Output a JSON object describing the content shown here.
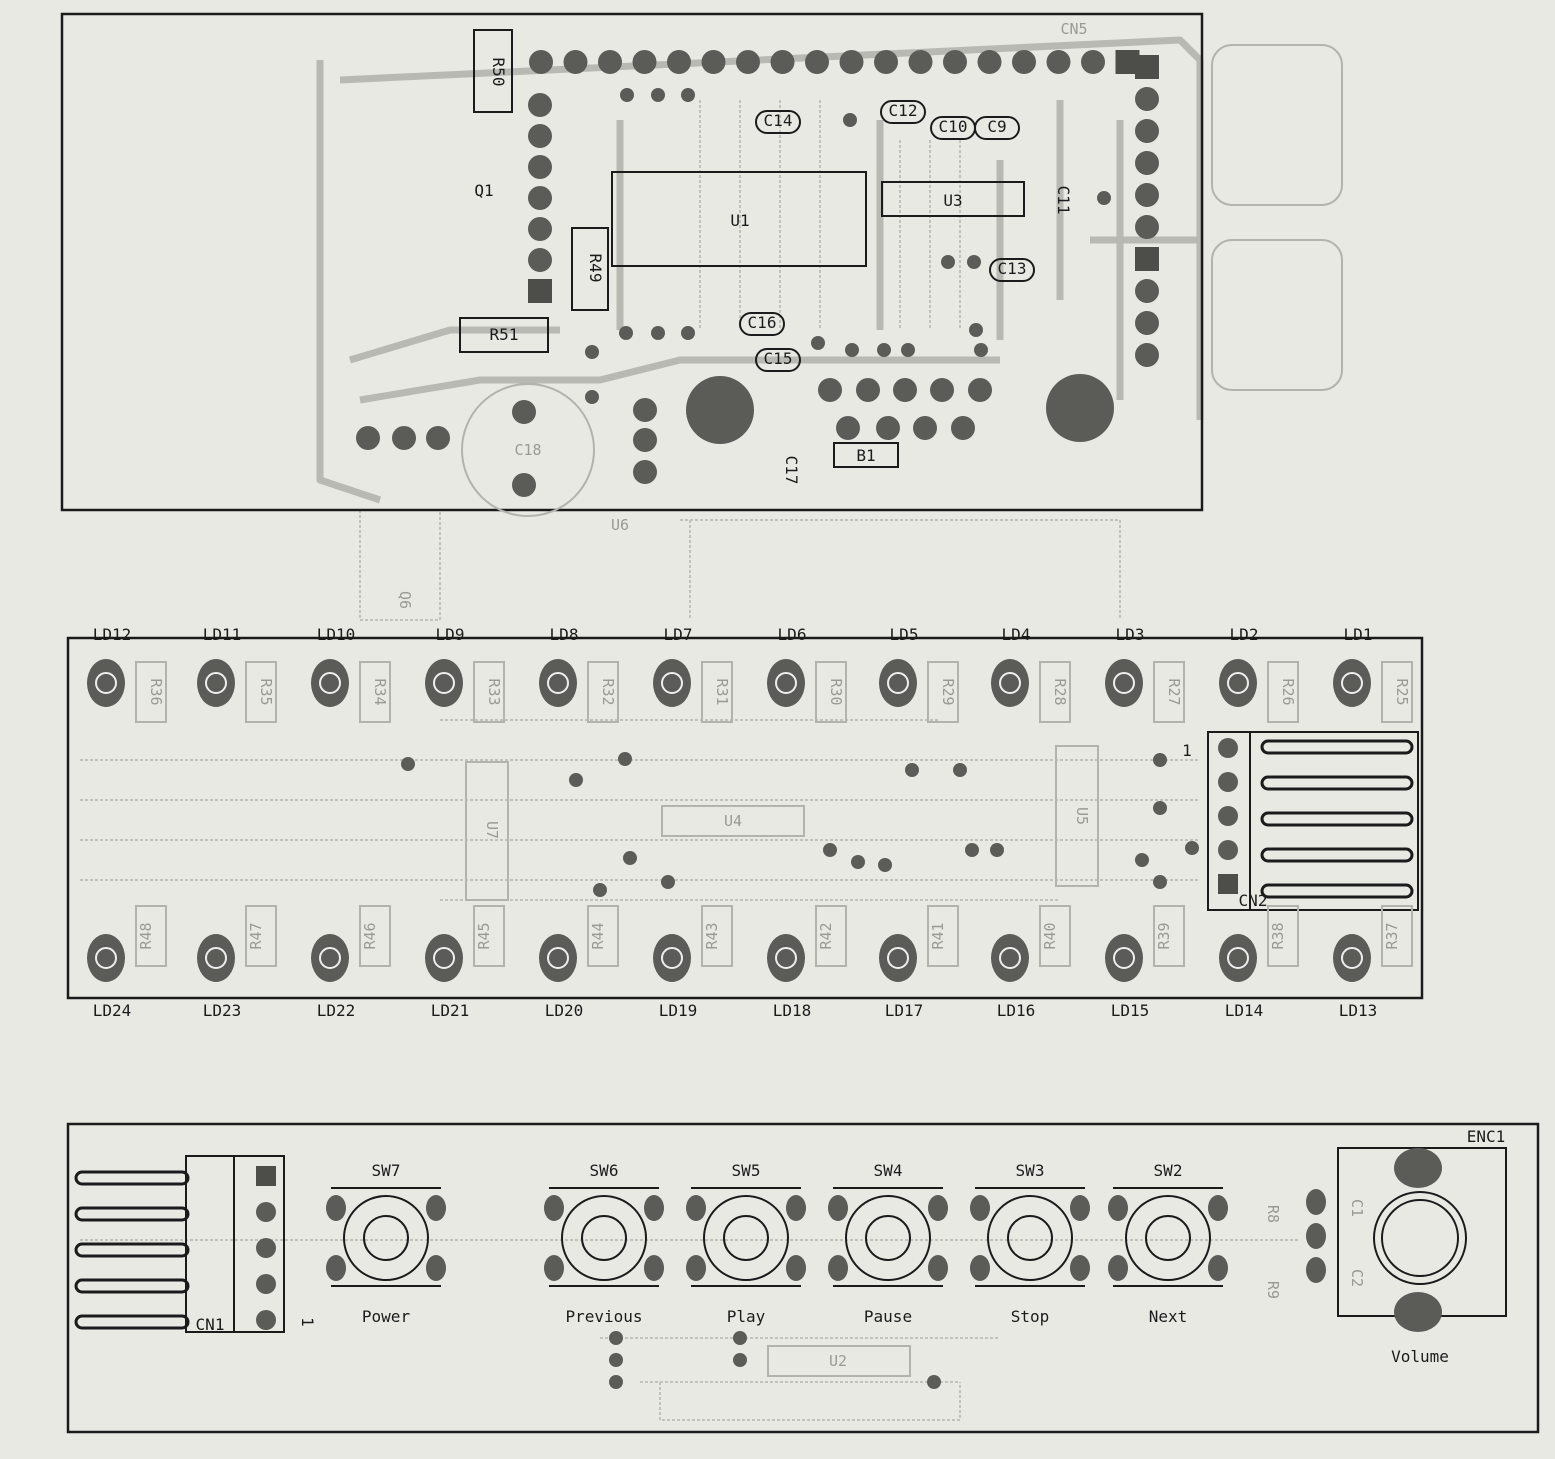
{
  "main_board": {
    "components": [
      "R50",
      "Q1",
      "R49",
      "R51",
      "U1",
      "C14",
      "C12",
      "C10",
      "C9",
      "U3",
      "C11",
      "C13",
      "C16",
      "C15",
      "C17",
      "B1"
    ],
    "ghost_labels": [
      "C18",
      "CN5",
      "U6",
      "Q6"
    ]
  },
  "led_board": {
    "top_leds": [
      "LD12",
      "LD11",
      "LD10",
      "LD9",
      "LD8",
      "LD7",
      "LD6",
      "LD5",
      "LD4",
      "LD3",
      "LD2",
      "LD1"
    ],
    "bottom_leds": [
      "LD24",
      "LD23",
      "LD22",
      "LD21",
      "LD20",
      "LD19",
      "LD18",
      "LD17",
      "LD16",
      "LD15",
      "LD14",
      "LD13"
    ],
    "top_resistors": [
      "R36",
      "R35",
      "R34",
      "R33",
      "R32",
      "R31",
      "R30",
      "R29",
      "R28",
      "R27",
      "R26",
      "R25"
    ],
    "bottom_resistors": [
      "R48",
      "R47",
      "R46",
      "R45",
      "R44",
      "R43",
      "R42",
      "R41",
      "R40",
      "R39",
      "R38",
      "R37"
    ],
    "ics": [
      "U7",
      "U4",
      "U5"
    ],
    "connector": "CN2",
    "pin1": "1"
  },
  "button_board": {
    "connector": "CN1",
    "pin1": "1",
    "switches": [
      {
        "ref": "SW7",
        "label": "Power"
      },
      {
        "ref": "SW6",
        "label": "Previous"
      },
      {
        "ref": "SW5",
        "label": "Play"
      },
      {
        "ref": "SW4",
        "label": "Pause"
      },
      {
        "ref": "SW3",
        "label": "Stop"
      },
      {
        "ref": "SW2",
        "label": "Next"
      }
    ],
    "encoder": {
      "ref": "ENC1",
      "label": "Volume"
    },
    "ic": "U2",
    "ghost_labels": [
      "R8",
      "R9",
      "C1",
      "C2"
    ]
  }
}
